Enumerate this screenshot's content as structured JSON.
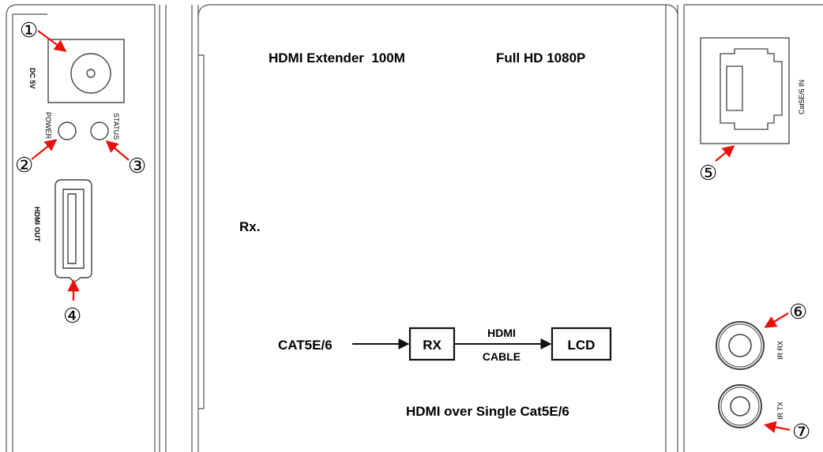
{
  "left_panel": {
    "dc_label": "DC 5V",
    "power_label": "POWER",
    "status_label": "STATUS",
    "hdmi_out_label": "HDMI OUT"
  },
  "center_panel": {
    "title": "HDMI Extender  100M",
    "resolution": "Full HD 1080P",
    "unit_label": "Rx.",
    "flow": {
      "input": "CAT5E/6",
      "rx_box": "RX",
      "cable_top": "HDMI",
      "cable_bottom": "CABLE",
      "lcd_box": "LCD"
    },
    "subtitle": "HDMI over Single Cat5E/6"
  },
  "right_panel": {
    "cat5_label": "Cat5E/6 IN",
    "ir_rx_label": "IR RX",
    "ir_tx_label": "IR TX"
  },
  "callouts": [
    "①",
    "②",
    "③",
    "④",
    "⑤",
    "⑥",
    "⑦"
  ],
  "colors": {
    "arrow": "#e8120c",
    "line": "#4a4a4a",
    "text": "#000000"
  }
}
